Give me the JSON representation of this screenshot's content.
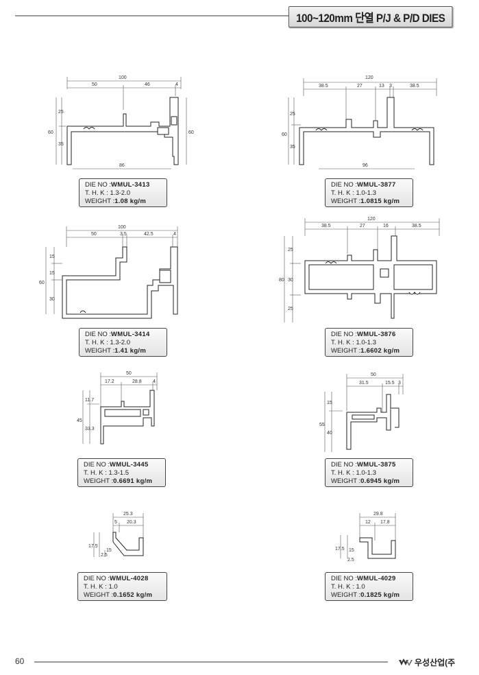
{
  "header": {
    "title": "100~120mm 단열 P/J & P/D DIES"
  },
  "footer": {
    "page_number": "60",
    "company": "우성산업(주"
  },
  "products": [
    {
      "die_label": "DIE NO :",
      "die_no": "WMUL-3413",
      "thk_label": "T. H. K :",
      "thk": "1.3-2.0",
      "weight_label": "WEIGHT :",
      "weight": "1.08 kg/m",
      "dims": {
        "overall_width": "100",
        "w1": "50",
        "w2": "46",
        "w3": "4",
        "h_total": "60",
        "h_top": "25",
        "h_bottom": "35",
        "h_right": "60",
        "bottom_width": "86"
      }
    },
    {
      "die_label": "DIE NO :",
      "die_no": "WMUL-3877",
      "thk_label": "T. H. K :",
      "thk": "1.0-1.3",
      "weight_label": "WEIGHT :",
      "weight": "1.0815 kg/m",
      "dims": {
        "overall_width": "120",
        "w1": "38.5",
        "w2": "27",
        "w3": "13",
        "w4": "3",
        "w5": "38.5",
        "h_total": "60",
        "h_top": "25",
        "h_bottom": "35",
        "bottom_width": "96"
      }
    },
    {
      "die_label": "DIE NO :",
      "die_no": "WMUL-3414",
      "thk_label": "T. H. K :",
      "thk": "1.3-2.0",
      "weight_label": "WEIGHT :",
      "weight": "1.41 kg/m",
      "dims": {
        "overall_width": "100",
        "w1": "50",
        "w2": "3.5",
        "w3": "42.5",
        "w4": "4",
        "h_total": "60",
        "h1": "15",
        "h2": "15",
        "h3": "30"
      }
    },
    {
      "die_label": "DIE NO :",
      "die_no": "WMUL-3876",
      "thk_label": "T. H. K :",
      "thk": "1.0-1.3",
      "weight_label": "WEIGHT :",
      "weight": "1.6602 kg/m",
      "dims": {
        "overall_width": "120",
        "w1": "38.5",
        "w2": "27",
        "w3": "16",
        "w4": "38.5",
        "h_total": "80",
        "h1": "25",
        "h2": "30",
        "h3": "25"
      }
    },
    {
      "die_label": "DIE NO :",
      "die_no": "WMUL-3445",
      "thk_label": "T. H. K :",
      "thk": "1.3-1.5",
      "weight_label": "WEIGHT :",
      "weight": "0.6691 kg/m",
      "dims": {
        "overall_width": "50",
        "w1": "17.2",
        "w2": "28.8",
        "w3": "4",
        "h_total": "45",
        "h1": "11.7",
        "h2": "33.3"
      }
    },
    {
      "die_label": "DIE NO :",
      "die_no": "WMUL-3875",
      "thk_label": "T. H. K :",
      "thk": "1.0-1.3",
      "weight_label": "WEIGHT :",
      "weight": "0.6945 kg/m",
      "dims": {
        "overall_width": "50",
        "w1": "31.5",
        "w2": "15.5",
        "w3": "3",
        "h_total": "55",
        "h1": "15",
        "h2": "40"
      }
    },
    {
      "die_label": "DIE NO :",
      "die_no": "WMUL-4028",
      "thk_label": "T. H. K :",
      "thk": "1.0",
      "weight_label": "WEIGHT :",
      "weight": "0.1652 kg/m",
      "dims": {
        "overall_width": "25.3",
        "w1": "5",
        "w2": "20.3",
        "h_total": "17.5",
        "h1": "2.5",
        "h2": "15"
      }
    },
    {
      "die_label": "DIE NO :",
      "die_no": "WMUL-4029",
      "thk_label": "T. H. K :",
      "thk": "1.0",
      "weight_label": "WEIGHT :",
      "weight": "0.1825 kg/m",
      "dims": {
        "overall_width": "29.8",
        "w1": "12",
        "w2": "17.8",
        "h_total": "17.5",
        "h1": "2.5",
        "h2": "15"
      }
    }
  ]
}
